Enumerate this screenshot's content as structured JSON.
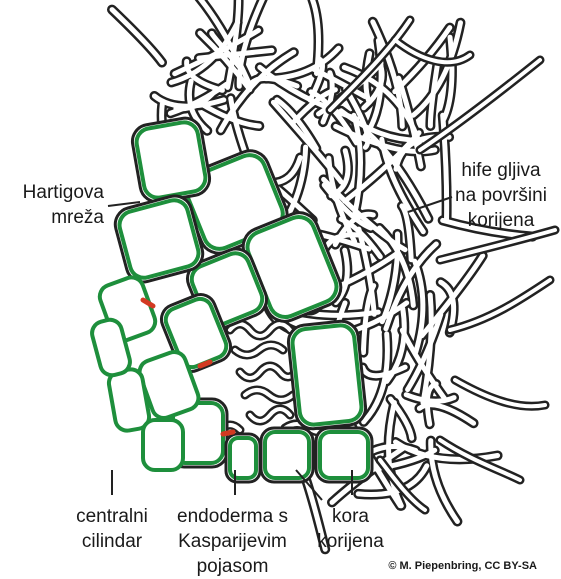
{
  "colors": {
    "cortex_wall": "#1e8f3c",
    "casparian_strip": "#d23a22",
    "hyphae_stroke": "#222222",
    "hyphae_fill": "#ffffff",
    "leader_line": "#222222"
  },
  "labels": {
    "hartig_net": [
      "Hartigova",
      "mreža"
    ],
    "surface_hyphae": [
      "hife gljiva",
      "na površini",
      "korijena"
    ],
    "central_cylinder": [
      "centralni",
      "cilindar"
    ],
    "endodermis": [
      "endoderma s",
      "Kasparijevim",
      "pojasom"
    ],
    "root_cortex": [
      "kora",
      "korijena"
    ]
  },
  "credit": "© M. Piepenbring, CC BY-SA"
}
